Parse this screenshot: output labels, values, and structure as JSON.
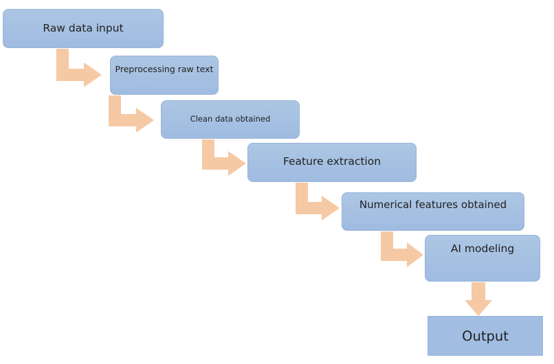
{
  "flow": {
    "steps": [
      {
        "id": "raw-data-input",
        "label": "Raw data input"
      },
      {
        "id": "preprocessing",
        "label": "Preprocessing raw text"
      },
      {
        "id": "clean-data",
        "label": "Clean data obtained"
      },
      {
        "id": "feature-extraction",
        "label": "Feature extraction"
      },
      {
        "id": "numerical-features",
        "label": "Numerical features obtained"
      },
      {
        "id": "ai-modeling",
        "label": "AI modeling"
      },
      {
        "id": "output",
        "label": "Output"
      }
    ]
  },
  "colors": {
    "box_fill": "#a4c0e2",
    "box_border": "#97b3d8",
    "arrow": "#f5c9a3",
    "text": "#1f1f1f",
    "background": "#ffffff"
  }
}
